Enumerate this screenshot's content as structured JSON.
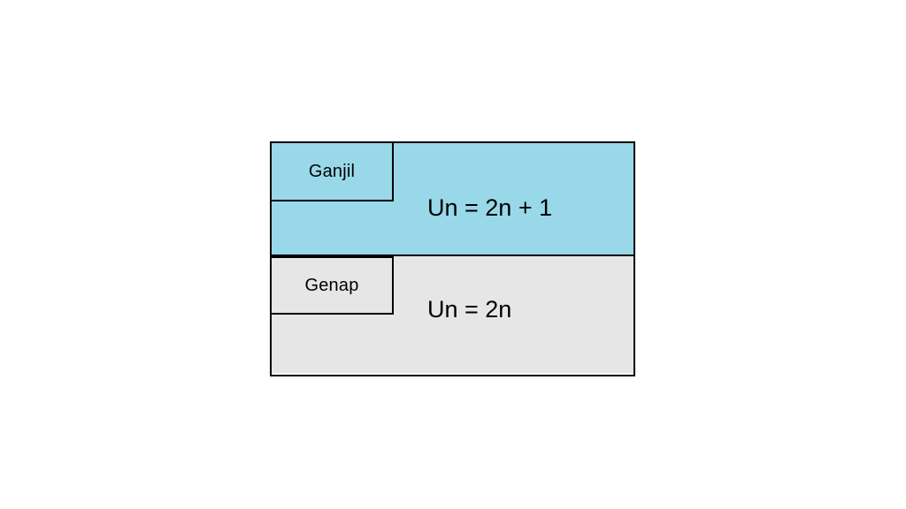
{
  "diagram": {
    "rows": [
      {
        "label": "Ganjil",
        "formula": "Un = 2n + 1"
      },
      {
        "label": "Genap",
        "formula": "Un = 2n"
      }
    ],
    "colors": {
      "odd_fill": "#99d8e9",
      "even_fill": "#e6e6e6",
      "border": "#000000",
      "canvas_background": "#ffffff"
    }
  }
}
